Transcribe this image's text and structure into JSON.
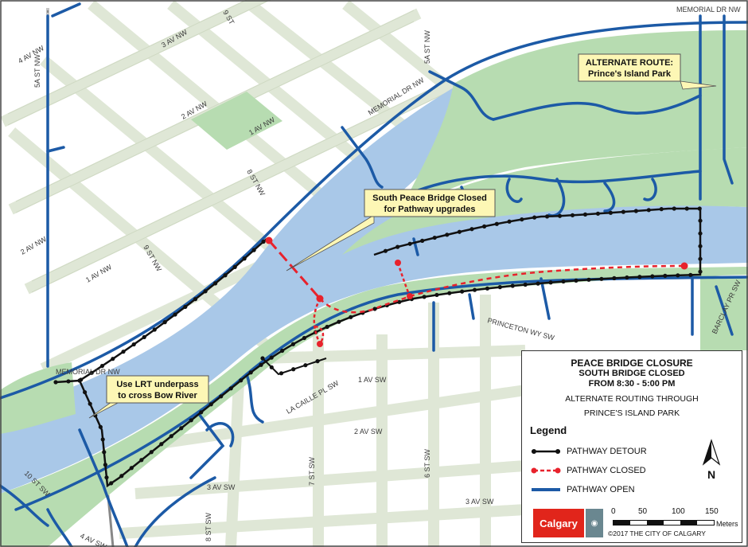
{
  "colors": {
    "river": "#a9c8e8",
    "park": "#b7dcb1",
    "pathway_open": "#1c5aa6",
    "detour": "#111111",
    "closed": "#e8222c",
    "callout": "#fdf7b5",
    "calgary_red": "#e1251b"
  },
  "street_labels": {
    "a3av_nw": "3 AV NW",
    "a2av_nw": "2 AV NW",
    "a1av_nw": "1 AV NW",
    "a4av_nw": "4 AV NW",
    "a2av_nw_west": "2 AV NW",
    "a1av_nw_west": "1 AV NW",
    "st5a_nw": "5A ST NW",
    "st5a_nw_n": "5A ST NW",
    "st8_nw": "8 ST NW",
    "st9_nw": "9 ST NW",
    "st9_top": "9 ST",
    "memorial_dr_nw": "MEMORIAL DR NW",
    "memorial_dr_nw_ne": "MEMORIAL DR NW",
    "memorial_dr_nw_w": "MEMORIAL DR NW",
    "a1av_sw": "1 AV SW",
    "a2av_sw": "2 AV SW",
    "a3av_sw": "3 AV SW",
    "a3av_sw_e": "3 AV SW",
    "a4av_sw": "4 AV SW",
    "st7_sw": "7 ST SW",
    "st6_sw": "6 ST SW",
    "st8_sw": "8 ST SW",
    "st10_sw": "10 ST SW",
    "lacaille": "LA CAILLE PL SW",
    "princeton": "PRINCETON WY SW",
    "barclay": "BARCLAY PR SW"
  },
  "callouts": {
    "alternate_route_line1": "ALTERNATE ROUTE:",
    "alternate_route_line2": "Prince's Island Park",
    "bridge_closed_line1": "South Peace Bridge Closed",
    "bridge_closed_line2": "for Pathway upgrades",
    "lrt_line1": "Use LRT underpass",
    "lrt_line2": "to cross Bow River"
  },
  "legend": {
    "title": "PEACE BRIDGE CLOSURE",
    "sub_line1": "SOUTH BRIDGE CLOSED",
    "sub_line2": "FROM 8:30 - 5:00 PM",
    "alt_line1": "ALTERNATE ROUTING THROUGH",
    "alt_line2": "PRINCE'S ISLAND PARK",
    "heading": "Legend",
    "detour": "PATHWAY DETOUR",
    "closed": "PATHWAY CLOSED",
    "open": "PATHWAY OPEN",
    "north": "N",
    "logo": "Calgary",
    "scale_ticks": [
      "0",
      "50",
      "100",
      "150"
    ],
    "scale_unit": "Meters",
    "copyright": "©2017 THE CITY OF CALGARY"
  }
}
